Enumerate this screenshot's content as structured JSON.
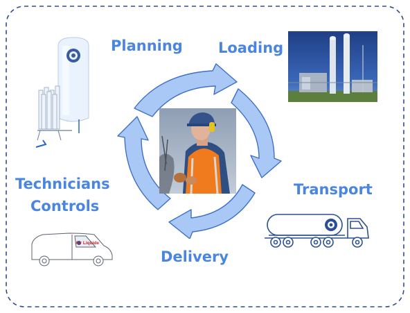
{
  "labels": {
    "planning": "Planning",
    "loading": "Loading",
    "transport": "Transport",
    "delivery": "Delivery",
    "technicians": "Technicians",
    "controls": "Controls"
  },
  "van_brand": "Air Liquide",
  "colors": {
    "accent": "#4a86e0",
    "frame_border": "#2d4f8a",
    "arrow_fill": "#aac8f5",
    "arrow_stroke": "#3d6fc7",
    "vest_orange": "#f07a1e"
  },
  "icons": {
    "storage_tank": "cryogenic-tank-icon",
    "truck": "tanker-truck-icon",
    "van": "service-van-icon",
    "logo": "air-liquide-logo-icon"
  }
}
